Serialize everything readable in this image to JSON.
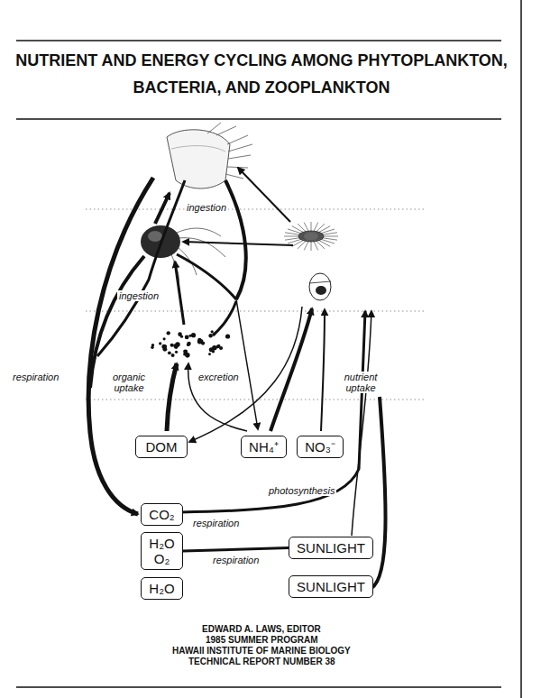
{
  "diagram": {
    "title": "NUTRIENT AND ENERGY CYCLING AMONG PHYTOPLANKTON, BACTERIA, AND ZOOPLANKTON",
    "nodes": [
      {
        "text": [
          "DOM"
        ]
      },
      {
        "text": [
          "NH₄⁺"
        ]
      },
      {
        "text": [
          "NO₃⁻"
        ]
      },
      {
        "text": [
          "CO₂"
        ]
      },
      {
        "text": [
          "H₂O",
          "O₂"
        ]
      },
      {
        "text": [
          "H₂O"
        ]
      },
      {
        "text": [
          "SUNLIGHT"
        ]
      },
      {
        "text": [
          "SUNLIGHT"
        ]
      }
    ],
    "edges": [
      {
        "from": 4,
        "to": 6,
        "label": "respiration",
        "arrow": "none"
      }
    ],
    "labels": [
      "ingestion",
      "ingestion",
      "respiration",
      "organic uptake",
      "excretion",
      "nutrient uptake",
      "photosynthesis",
      "respiration",
      "EDWARD A. LAWS, EDITOR",
      "1985 SUMMER PROGRAM",
      "HAWAII INSTITUTE OF MARINE BIOLOGY",
      "TECHNICAL REPORT NUMBER 38"
    ]
  }
}
